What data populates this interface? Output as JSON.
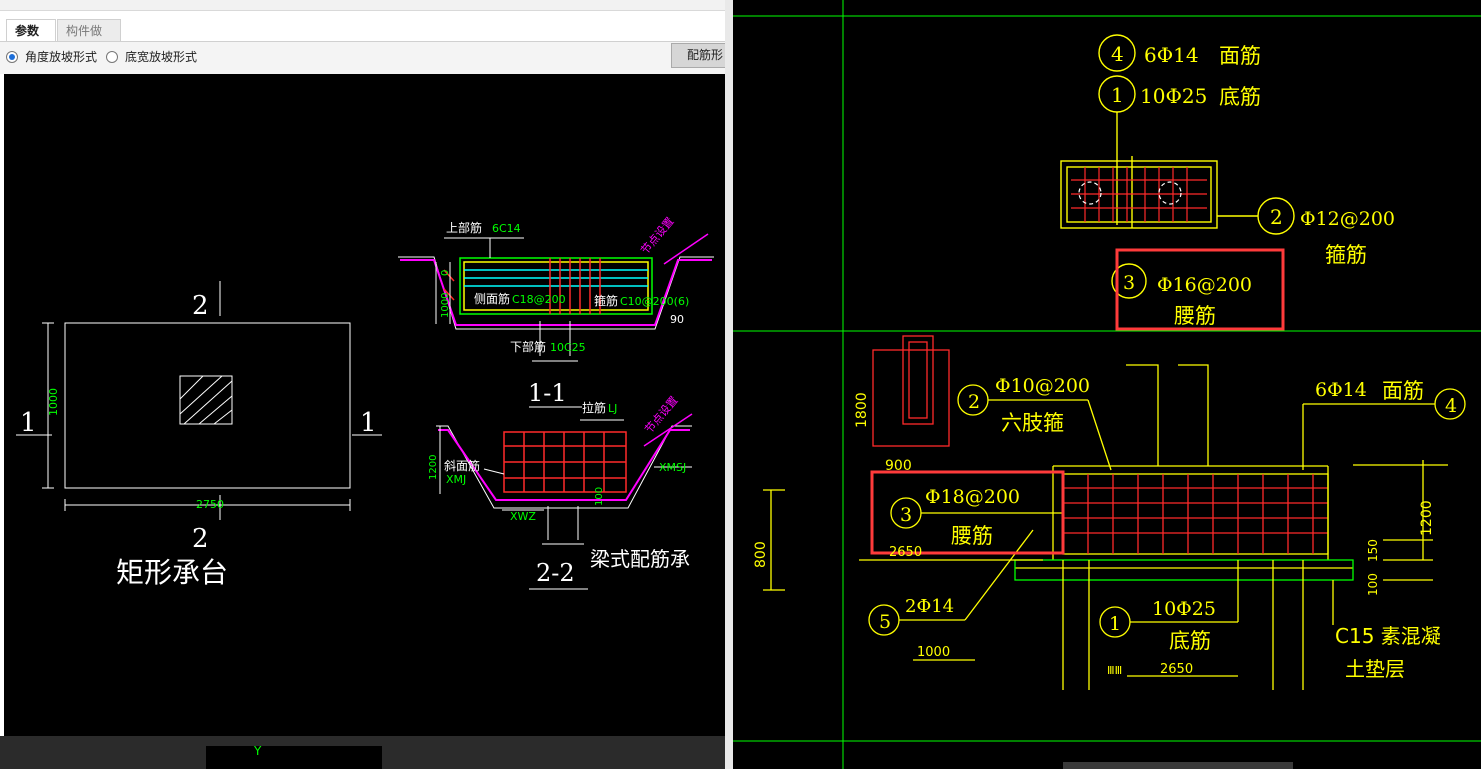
{
  "tabs": {
    "param": "参数图",
    "method": "构件做法"
  },
  "options": {
    "angle": "角度放坡形式",
    "width": "底宽放坡形式",
    "selected": "angle"
  },
  "buttons": {
    "rebar_config": "配筋形"
  },
  "left_drawing": {
    "plan_title": "矩形承台",
    "sec_label_1": "1",
    "sec_label_2": "2",
    "dim_width": "2750",
    "dim_height": "1000",
    "s11": {
      "title": "1-1",
      "top_rebar": "上部筋",
      "top_rebar_val": "6C14",
      "side_rebar": "侧面筋",
      "side_rebar_val": "C18@200",
      "stirrup": "箍筋",
      "stirrup_val": "C10@200(6)",
      "bottom_rebar": "下部筋",
      "bottom_rebar_val": "10C25",
      "node": "节点设置",
      "angle": "90",
      "left_dim": "1000",
      "top_dim": "0"
    },
    "s22": {
      "title": "2-2",
      "tie": "拉筋",
      "tie_val": "LJ",
      "slope_rebar": "斜面筋",
      "slope_val": "XMJ",
      "xmsj": "XMSJ",
      "xwz": "XWZ",
      "node": "节点设置",
      "left_dim": "1200",
      "mid_dim": "100"
    },
    "caption": "梁式配筋承"
  },
  "right_drawing": {
    "top": {
      "n4": "4",
      "r4": "6Φ14",
      "r4_label": "面筋",
      "n1": "1",
      "r1": "10Φ25",
      "r1_label": "底筋",
      "n2": "2",
      "r2": "Φ12@200",
      "r2_label": "箍筋",
      "n3": "3",
      "r3": "Φ16@200",
      "r3_label": "腰筋"
    },
    "bottom": {
      "n2": "2",
      "r2": "Φ10@200",
      "r2_label": "六肢箍",
      "n4": "4",
      "r4": "6Φ14",
      "r4_label": "面筋",
      "n3": "3",
      "r3": "Φ18@200",
      "r3_label": "腰筋",
      "n5": "5",
      "r5": "2Φ14",
      "n1": "1",
      "r1": "10Φ25",
      "r1_label": "底筋",
      "conc": "C15 素混凝",
      "conc2": "土垫层",
      "dim_1800": "1800",
      "dim_900": "900",
      "dim_2650a": "2650",
      "dim_800": "800",
      "dim_1000": "1000",
      "dim_2650b": "2650",
      "dim_1200": "1200",
      "dim_150": "150",
      "dim_100": "100",
      "small_tag": "ⅢⅢ"
    }
  },
  "bottom_bar": {
    "axis": "Y"
  },
  "colors": {
    "cad_green": "#00ff00",
    "cad_yellow": "#ffff00",
    "cad_red": "#ff2a2a",
    "cad_magenta": "#ff00ff",
    "highlight": "#ff3b3b"
  }
}
